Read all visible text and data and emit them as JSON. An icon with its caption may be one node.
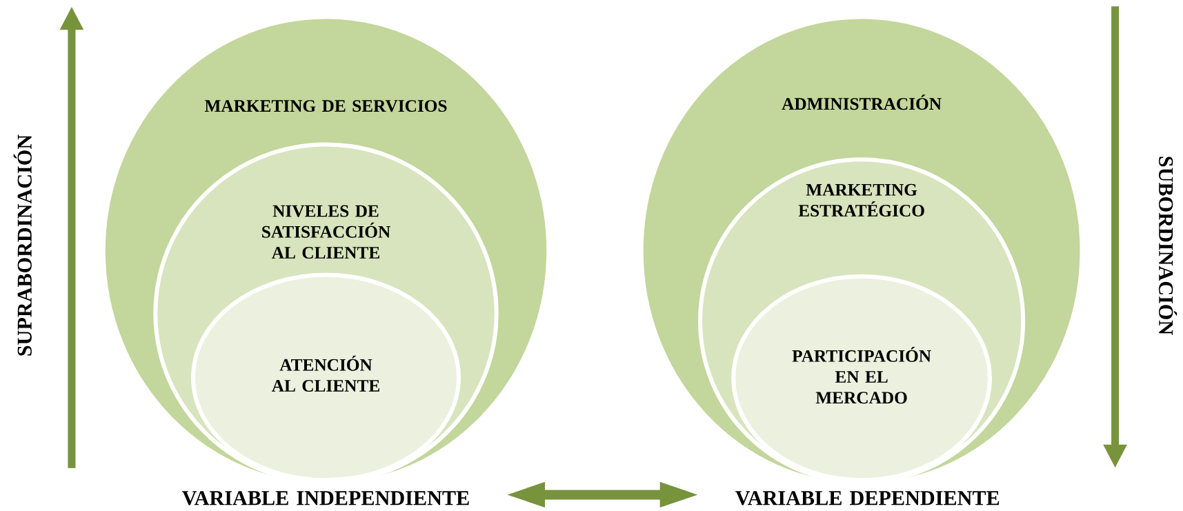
{
  "diagram": {
    "nodes": [
      {
        "text": [
          "MARKETING DE SERVICIOS"
        ]
      },
      {
        "text": [
          "NIVELES DE SATISFACCIÓN AL CLIENTE"
        ],
        "in": 0
      },
      {
        "text": [
          "ATENCIÓN AL CLIENTE"
        ],
        "in": 1
      },
      {
        "text": [
          "ADMINISTRACIÓN"
        ]
      },
      {
        "text": [
          "MARKETING ESTRATÉGICO"
        ],
        "in": 3
      },
      {
        "text": [
          "PARTICIPACIÓN EN EL MERCADO"
        ],
        "in": 4
      },
      {
        "text": [
          "VARIABLE INDEPENDIENTE"
        ]
      },
      {
        "text": [
          "VARIABLE DEPENDIENTE"
        ]
      }
    ],
    "edges": [
      {
        "from": 6,
        "to": 7,
        "arrow": "both"
      }
    ],
    "labels": [
      "SUPRABORDINACIÓN",
      "SUBORDINACIÓN"
    ]
  }
}
